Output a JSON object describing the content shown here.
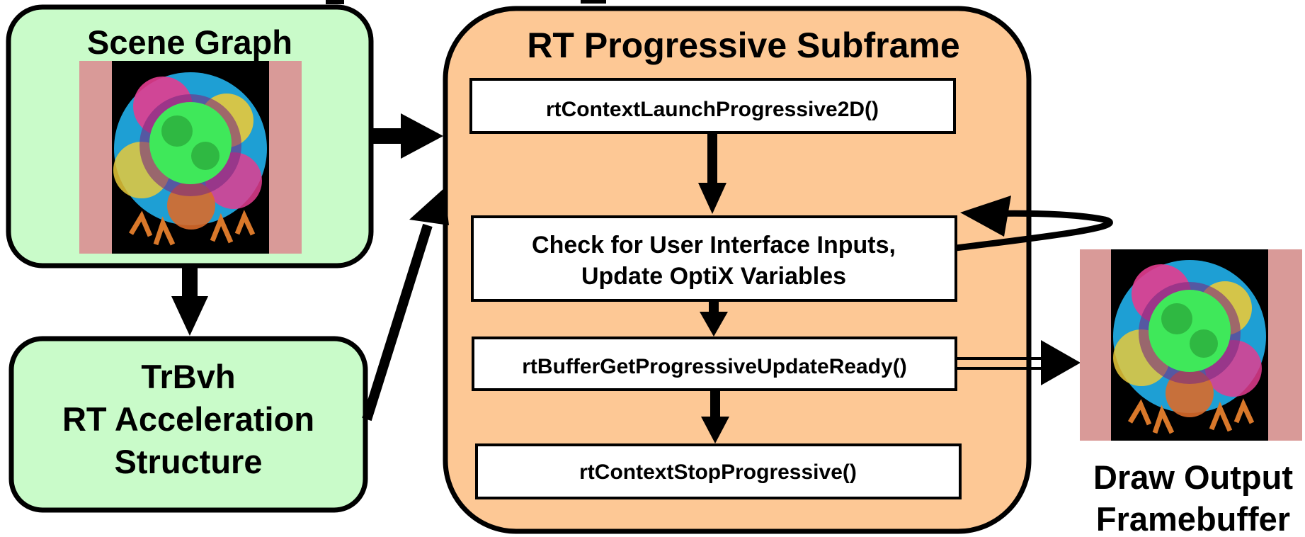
{
  "scene_graph": {
    "title": "Scene Graph",
    "image": "virus-capsid-render"
  },
  "trbvh": {
    "line1": "TrBvh",
    "line2": "RT Acceleration",
    "line3": "Structure"
  },
  "subframe": {
    "title": "RT Progressive Subframe",
    "steps": [
      {
        "line1": "rtContextLaunchProgressive2D()"
      },
      {
        "line1": "Check for User Interface Inputs,",
        "line2": "Update OptiX Variables"
      },
      {
        "line1": "rtBufferGetProgressiveUpdateReady()"
      },
      {
        "line1": "rtContextStopProgressive()"
      }
    ]
  },
  "output": {
    "line1": "Draw Output",
    "line2": "Framebuffer",
    "image": "virus-capsid-render"
  },
  "colors": {
    "green_box": "#c9fbc9",
    "orange_box": "#fdc895",
    "pink_bar": "#d99a98",
    "image_bg": "#000000",
    "step_box": "#ffffff"
  }
}
